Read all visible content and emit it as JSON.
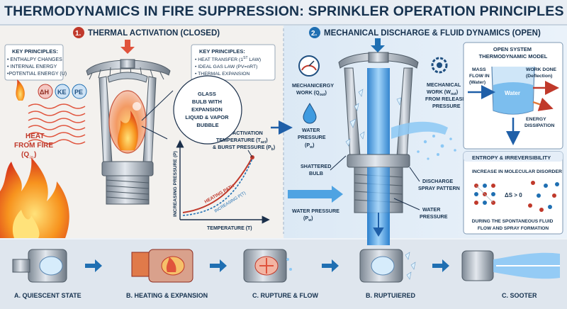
{
  "title": "THERMODYNAMICS IN FIRE SUPPRESSION: SPRINKLER OPERATION PRINCIPLES",
  "left": {
    "step_number": "1.",
    "step_title": "THERMAL ACTIVATION (CLOSED)",
    "key_principles": {
      "heading": "KEY PRINCIPLES:",
      "items": [
        "• ENTHALPY CHANGES",
        "• INTERNAL ENERGY",
        "•POTENTIAL ENERGY (U)"
      ]
    },
    "badges": [
      "ΔH",
      "KE",
      "PE"
    ],
    "heat_label_line1": "HEAT",
    "heat_label_line2": "FROM FIRE",
    "heat_symbol": "(Q",
    "heat_symbol_sub": "in",
    "key_principles_2": {
      "heading": "KEY PRINCIPLES:",
      "item1": "• HEAT TRANSFER (1",
      "item1_sup": "ST",
      "item1_end": " LAW)",
      "item2": "• IDEAL GAS LAW (PV=nRT)",
      "item3": "• THERMAL EXPANSION"
    },
    "glass_bulb_callout": [
      "GLASS",
      "BULB WITH",
      "EXPANSION",
      "LIQUID & VAPOR",
      "BUBBLE"
    ],
    "activation_label": {
      "line1": "ACTIVATION",
      "line2a": "TEMPERATURE (T",
      "line2_sub": "act",
      "line3a": "& BURST PRESSURE (P",
      "line3_sub": "b"
    },
    "graph": {
      "y_label": "INCREASING PRESSURE (P)",
      "x_label": "TEMPERATURE (T)",
      "path_label_1": "HEATING PATH",
      "path_label_2": "INCREASING P(T)"
    }
  },
  "right": {
    "step_number": "2.",
    "step_title": "MECHANICAL DISCHARGE & FLUID DYNAMICS (OPEN)",
    "mech_work_left": [
      "MECHANICERGY",
      "WORK (Q"
    ],
    "mech_work_left_sub": "out",
    "water_pressure_top": [
      "WATER",
      "PRESSURE"
    ],
    "water_pressure_top_sym": "(P",
    "water_pressure_top_sub": "w",
    "shattered_bulb": [
      "SHATTERED",
      "BULB"
    ],
    "water_pressure_bottom": [
      "WATER PRESSURE"
    ],
    "water_pressure_bottom_sym": "(P",
    "water_pressure_bottom_sub": "w",
    "mech_work_right": [
      "MECHANICAL",
      "WORK (W"
    ],
    "mech_work_right_sub": "out",
    "mech_work_right_rest": [
      "FROM RELEASED",
      "PRESSURE"
    ],
    "discharge": [
      "DISCHARGE",
      "SPRAY PATTERN"
    ],
    "water_pressure_right": [
      "WATER",
      "PRESSURE"
    ],
    "open_system": {
      "heading": [
        "OPEN SYSTEM",
        "THERMODYNAMIC MODEL"
      ],
      "mass_flow": [
        "MASS",
        "FLOW IN",
        "(Water)"
      ],
      "work_done": [
        "WORK DONE",
        "(Deflection)"
      ],
      "water": "Water",
      "energy": [
        "ENERGY",
        "DISSIPATION"
      ]
    },
    "entropy": {
      "heading": "ENTROPY & IRREVERSIBILITY",
      "subtitle": "INCREASE IN MOLECULAR DISORDER",
      "delta_s": "ΔS > 0",
      "caption": [
        "DURING THE SPONTANEOUS FLUID",
        "FLOW AND SPRAY FORMATION"
      ]
    }
  },
  "sequence": [
    {
      "label": "A. QUIESCENT STATE"
    },
    {
      "label": "B. HEATING & EXPANSION"
    },
    {
      "label": "C. RUPTURE & FLOW"
    },
    {
      "label": "B. RUPTUIERED"
    },
    {
      "label": "C. SOOTER"
    }
  ],
  "colors": {
    "navy": "#16324f",
    "red_accent": "#c0392b",
    "blue_accent": "#1f6fb2",
    "water": "#3f9be0",
    "flame": "#f07a1a",
    "steel": "#9aa6b2"
  }
}
